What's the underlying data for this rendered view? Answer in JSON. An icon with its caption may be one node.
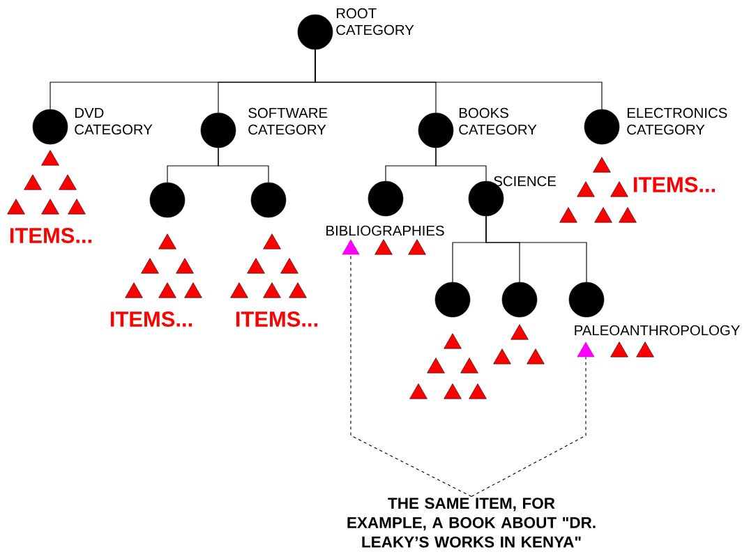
{
  "diagram": {
    "nodes": [
      {
        "text": [],
        "shape": "circle",
        "beside": [
          "ROOT CATEGORY"
        ]
      },
      {
        "text": [],
        "shape": "circle",
        "beside": [
          "DVD CATEGORY"
        ]
      },
      {
        "text": [],
        "shape": "circle",
        "beside": [
          "SOFTWARE CATEGORY"
        ]
      },
      {
        "text": [],
        "shape": "circle",
        "beside": [
          "BOOKS CATEGORY"
        ]
      },
      {
        "text": [],
        "shape": "circle",
        "beside": [
          "ELECTRONICS CATEGORY"
        ]
      },
      {
        "text": [],
        "shape": "circle"
      },
      {
        "text": [],
        "shape": "circle"
      },
      {
        "text": [],
        "shape": "circle",
        "beside": [
          "BIBLIOGRAPHIES"
        ]
      },
      {
        "text": [],
        "shape": "circle",
        "beside": [
          "SCIENCE"
        ]
      },
      {
        "text": [],
        "shape": "circle"
      },
      {
        "text": [],
        "shape": "circle"
      },
      {
        "text": [],
        "shape": "circle",
        "beside": [
          "PALEOANTHROPOLOGY"
        ]
      },
      {
        "text": [],
        "shape": "triangle"
      },
      {
        "text": [],
        "shape": "triangle"
      },
      {
        "text": [
          "THE SAME ITEM, FOR EXAMPLE, A BOOK ABOUT \"DR. LEAKY’S WORKS IN KENYA\""
        ]
      }
    ],
    "edges": [
      {
        "from": 0,
        "to": 1,
        "arrow": "none"
      },
      {
        "from": 0,
        "to": 2,
        "arrow": "none"
      },
      {
        "from": 0,
        "to": 3,
        "arrow": "none"
      },
      {
        "from": 0,
        "to": 4,
        "arrow": "none"
      },
      {
        "from": 2,
        "to": 5,
        "arrow": "none"
      },
      {
        "from": 2,
        "to": 6,
        "arrow": "none"
      },
      {
        "from": 3,
        "to": 7,
        "arrow": "none"
      },
      {
        "from": 3,
        "to": 8,
        "arrow": "none"
      },
      {
        "from": 8,
        "to": 9,
        "arrow": "none"
      },
      {
        "from": 8,
        "to": 10,
        "arrow": "none"
      },
      {
        "from": 8,
        "to": 11,
        "arrow": "none"
      },
      {
        "from": 14,
        "to": 12,
        "arrow": "none",
        "style": "dashed"
      },
      {
        "from": 14,
        "to": 13,
        "arrow": "none",
        "style": "dashed"
      }
    ],
    "labels": [
      "ITEMS...",
      "ITEMS...",
      "ITEMS...",
      "ITEMS..."
    ]
  }
}
